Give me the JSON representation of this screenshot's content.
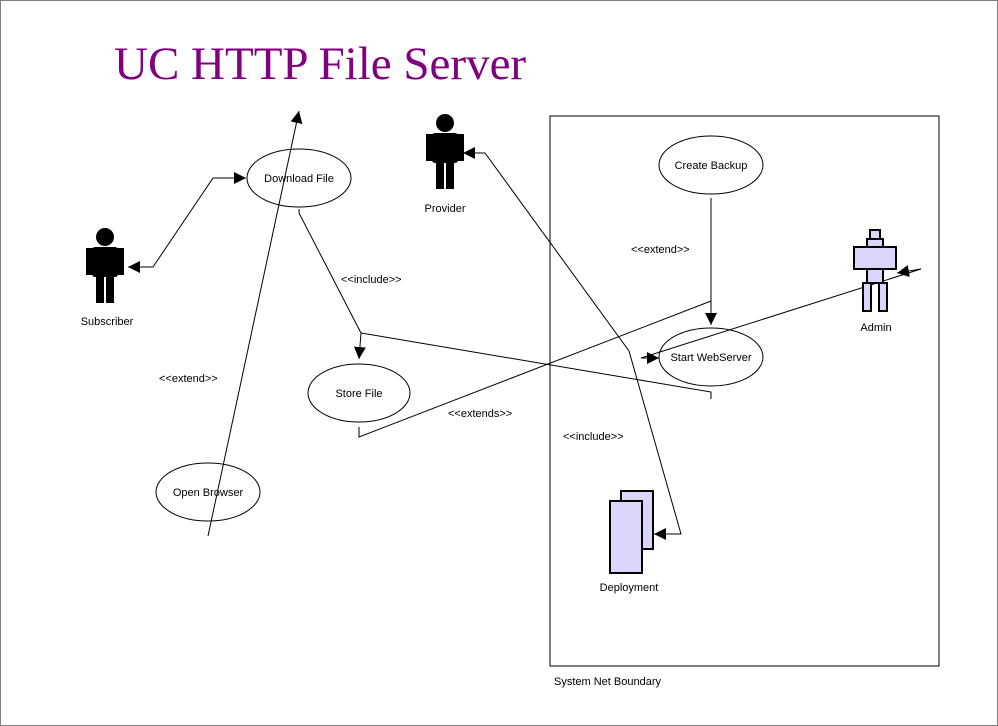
{
  "title": "UC HTTP File Server",
  "colors": {
    "title": "#800080",
    "actor_fill": "#000000",
    "admin_fill": "#d9d5fb",
    "component_fill": "#d9d5fb",
    "line": "#000000"
  },
  "actors": {
    "subscriber": "Subscriber",
    "provider": "Provider",
    "admin": "Admin"
  },
  "use_cases": {
    "download_file": "Download File",
    "store_file": "Store File",
    "open_browser": "Open Browser",
    "create_backup": "Create Backup",
    "start_webserver": "Start WebServer"
  },
  "component": {
    "deployment": "Deployment",
    "icon": "component-icon"
  },
  "boundary": {
    "label": "System Net Boundary"
  },
  "relations": {
    "include_download_store": "<<include>>",
    "extend_open_browser": "<<extend>>",
    "extend_backup": "<<extend>>",
    "extends_store_webserver": "<<extends>>",
    "include_provider_deployment": "<<include>>"
  }
}
